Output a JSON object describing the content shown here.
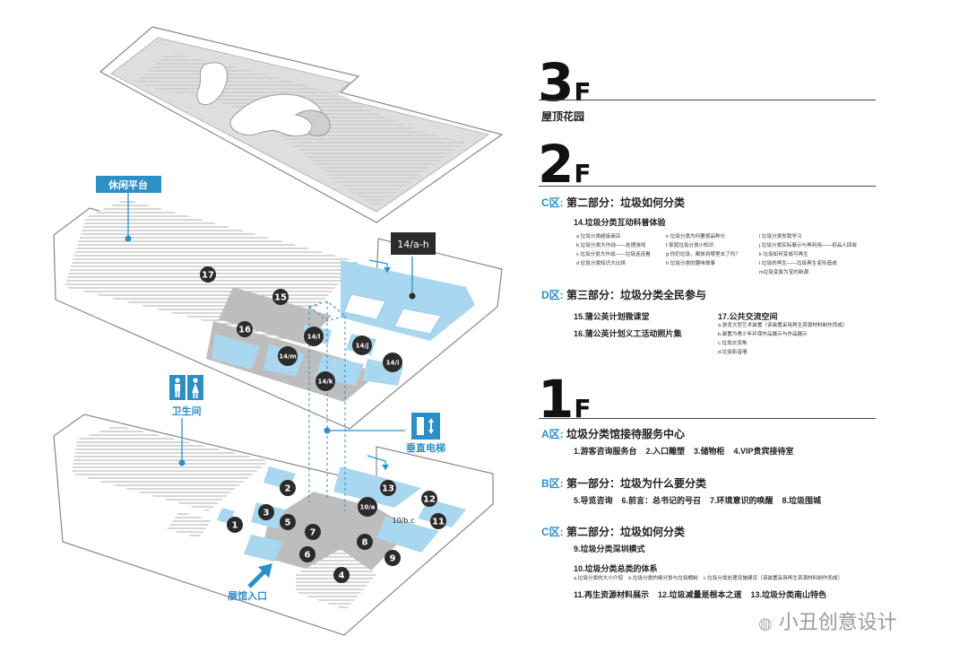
{
  "colors": {
    "accent": "#2e8fc6",
    "room_blue": "#a8d7ef",
    "room_grey": "#bfbfbf",
    "marker": "#2b2b2b"
  },
  "callouts": {
    "leisure": "休闲平台",
    "restroom": "卫生间",
    "elevator": "垂直电梯",
    "entrance": "展馆入口",
    "box_2f": "14/a-h"
  },
  "markers_2f": [
    "17",
    "15",
    "16",
    "14/l",
    "14/j",
    "14/m",
    "14/i",
    "14/k"
  ],
  "markers_1f": [
    "1",
    "2",
    "3",
    "5",
    "7",
    "6",
    "8",
    "4",
    "9",
    "10/a",
    "13",
    "12",
    "11",
    "10/b.c"
  ],
  "floor3": {
    "num": "3",
    "unit": "F",
    "title": "屋顶花园"
  },
  "floor2": {
    "num": "2",
    "unit": "F",
    "c_zone": "C区:",
    "c_title": "第二部分：垃圾如何分类",
    "c_item": "14.垃圾分类互动科普体验",
    "c_sub": [
      "a 垃圾分类超级商店",
      "e 垃圾分类为何要按品种分",
      "i 垃圾分类你我学习",
      "b 垃圾分类大作战——处理游戏",
      "f 家庭垃圾分类小知识",
      "j 垃圾分类实际展示与再利用——初品人回收",
      "c 垃圾分类大作战——垃圾连连看",
      "g 你扔垃圾，都放到哪里去了吗？",
      "k 垃圾如何变成可再生",
      "d 垃圾分类知识大比拼",
      "h 垃圾分类的趣味故事",
      "l 垃圾的再生——垃圾再生变形造成",
      "m垃圾变废为宝的新潮"
    ],
    "d_zone": "D区:",
    "d_title": "第三部分：垃圾分类全民参与",
    "d_items": [
      "15.蒲公英计划微课堂",
      "16.蒲公英计划义工活动照片集"
    ],
    "d_item17": "17.公共交流空间",
    "d_sub": [
      "a.游览大型艺术装置（该装置采用再生资源材料制作而成）",
      "b.装置为青少年环保作品展示与作品展示",
      "c.垃圾交流角",
      "d.垃圾影音墙"
    ]
  },
  "floor1": {
    "num": "1",
    "unit": "F",
    "a_zone": "A区:",
    "a_title": "垃圾分类馆接待服务中心",
    "a_items": "1.游客咨询服务台    2.入口雕塑    3.储物柜    4.VIP贵宾接待室",
    "b_zone": "B区:",
    "b_title": "第一部分：垃圾为什么要分类",
    "b_items": "5.导览咨询    6.前言：总书记的号召    7.环境意识的唤醒    8.垃圾围城",
    "c_zone": "C区:",
    "c_title": "第二部分：垃圾如何分类",
    "c_item9": "9.垃圾分类深圳模式",
    "c_item10": "10.垃圾分类总类的体系",
    "c_sub10": "a.垃圾分类的大小介绍    b.垃圾分类的细分类与垃圾桶制    c.垃圾分类处理设施建设（该装置采用再生资源材料制作而成）",
    "c_items": "11.再生资源材料展示    12.垃圾减量是根本之道    13.垃圾分类南山特色"
  },
  "watermark": "小丑创意设计"
}
